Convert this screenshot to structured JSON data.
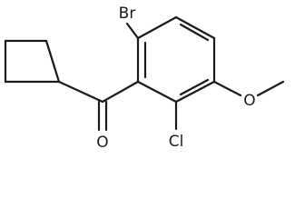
{
  "molecule": {
    "atoms": {
      "bromine": "Br",
      "chlorine": "Cl",
      "ketone_oxygen": "O",
      "ether_oxygen": "O"
    },
    "colors": {
      "bond": "#1a1a1a",
      "text": "#1a1a1a",
      "background": "#ffffff"
    }
  }
}
